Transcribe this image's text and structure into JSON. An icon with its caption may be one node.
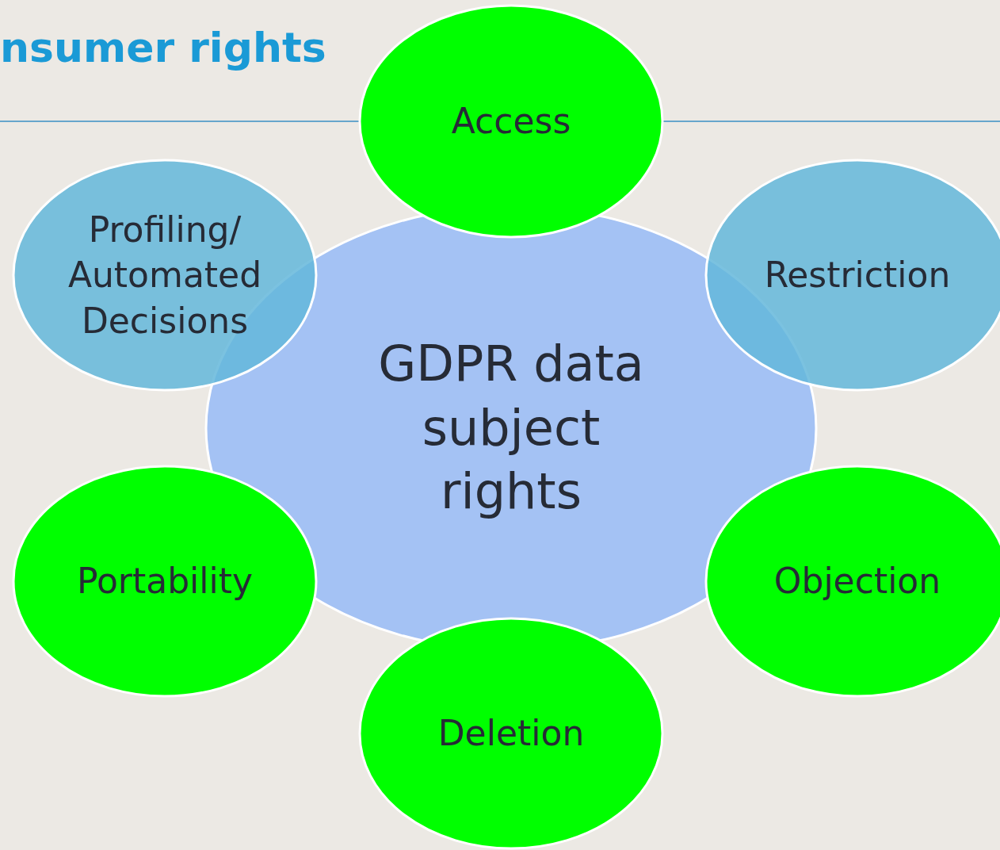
{
  "diagram": {
    "title": "nsumer rights",
    "nodes": [
      {
        "text": [
          "Access"
        ]
      },
      {
        "text": [
          "Profiling/ Automated Decisions"
        ]
      },
      {
        "text": [
          "Restriction"
        ]
      },
      {
        "text": [
          "GDPR data subject rights"
        ]
      },
      {
        "text": [
          "Portability"
        ]
      },
      {
        "text": [
          "Objection"
        ]
      },
      {
        "text": [
          "Deletion"
        ]
      }
    ],
    "edges": []
  }
}
